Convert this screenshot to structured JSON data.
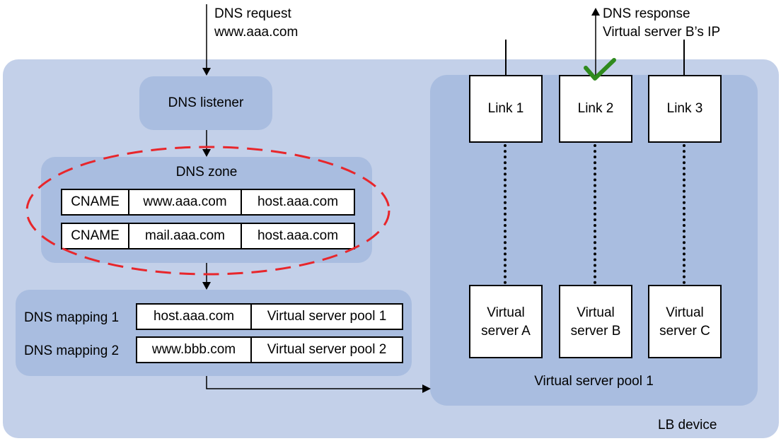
{
  "request": {
    "line1": "DNS request",
    "line2": "www.aaa.com"
  },
  "response": {
    "line1": "DNS response",
    "line2": "Virtual server B’s IP"
  },
  "listener": {
    "label": "DNS listener"
  },
  "zone": {
    "title": "DNS zone",
    "records": [
      {
        "type": "CNAME",
        "name": "www.aaa.com",
        "target": "host.aaa.com"
      },
      {
        "type": "CNAME",
        "name": "mail.aaa.com",
        "target": "host.aaa.com"
      }
    ]
  },
  "mappings": [
    {
      "label": "DNS mapping 1",
      "host": "host.aaa.com",
      "pool": "Virtual server pool 1"
    },
    {
      "label": "DNS mapping 2",
      "host": "www.bbb.com",
      "pool": "Virtual server pool 2"
    }
  ],
  "links": [
    "Link 1",
    "Link 2",
    "Link 3"
  ],
  "servers": [
    {
      "line1": "Virtual",
      "line2": "server A"
    },
    {
      "line1": "Virtual",
      "line2": "server B"
    },
    {
      "line1": "Virtual",
      "line2": "server C"
    }
  ],
  "pool_label": "Virtual server pool 1",
  "device_label": "LB device",
  "colors": {
    "device_bg": "#c3d0e9",
    "panel_bg": "#a9bde0",
    "highlight": "#e8262b",
    "check": "#2f8a1e"
  },
  "icons": {
    "selected": "checkmark-icon"
  }
}
